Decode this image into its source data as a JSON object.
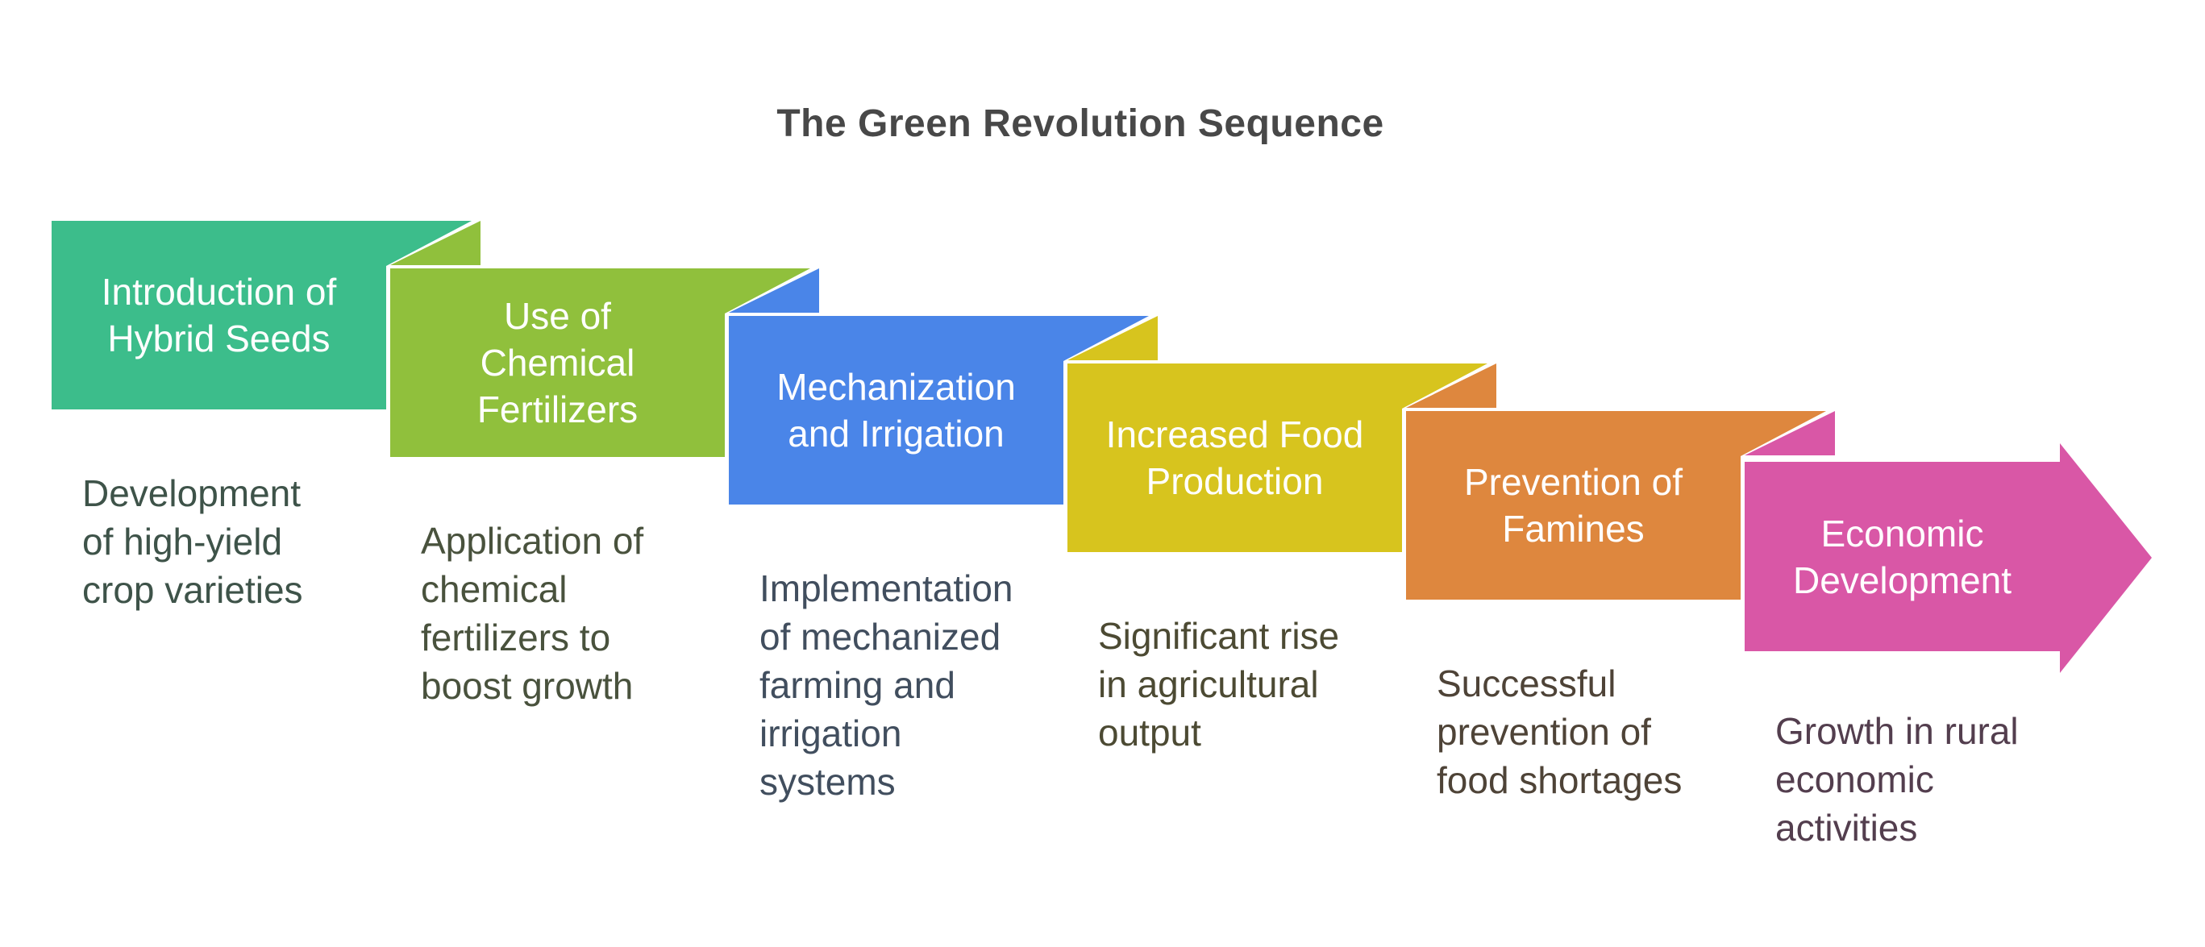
{
  "title": {
    "text": "The Green Revolution Sequence",
    "color": "#484848"
  },
  "steps": [
    {
      "name": "introduction-of-hybrid-seeds",
      "banner_color": "#3CBD8B",
      "heading_text_color": "#ffffff",
      "heading": "Introduction of Hybrid Seeds",
      "heading_lines": [
        "Introduction of",
        "Hybrid Seeds"
      ],
      "description": "Development of high-yield crop varieties",
      "description_lines": [
        "Development",
        "of high-yield",
        "crop varieties"
      ],
      "description_color": "#3E5349"
    },
    {
      "name": "use-of-chemical-fertilizers",
      "banner_color": "#90C03C",
      "heading_text_color": "#ffffff",
      "heading": "Use of Chemical Fertilizers",
      "heading_lines": [
        "Use of",
        "Chemical",
        "Fertilizers"
      ],
      "description": "Application of chemical fertilizers to boost growth",
      "description_lines": [
        "Application of",
        "chemical",
        "fertilizers to",
        "boost growth"
      ],
      "description_color": "#49523D"
    },
    {
      "name": "mechanization-and-irrigation",
      "banner_color": "#4A85E8",
      "heading_text_color": "#ffffff",
      "heading": "Mechanization and Irrigation",
      "heading_lines": [
        "Mechanization",
        "and Irrigation"
      ],
      "description": "Implementation of mechanized farming and irrigation systems",
      "description_lines": [
        "Implementation",
        "of mechanized",
        "farming and",
        "irrigation",
        "systems"
      ],
      "description_color": "#414E5E"
    },
    {
      "name": "increased-food-production",
      "banner_color": "#D7C41E",
      "heading_text_color": "#ffffff",
      "heading": "Increased Food Production",
      "heading_lines": [
        "Increased Food",
        "Production"
      ],
      "description": "Significant rise in agricultural output",
      "description_lines": [
        "Significant rise",
        "in agricultural",
        "output"
      ],
      "description_color": "#4C4A33"
    },
    {
      "name": "prevention-of-famines",
      "banner_color": "#DE873E",
      "heading_text_color": "#ffffff",
      "heading": "Prevention of Famines",
      "heading_lines": [
        "Prevention of",
        "Famines"
      ],
      "description": "Successful prevention of food shortages",
      "description_lines": [
        "Successful",
        "prevention of",
        "food shortages"
      ],
      "description_color": "#4E4337"
    },
    {
      "name": "economic-development",
      "banner_color": "#D957A6",
      "heading_text_color": "#ffffff",
      "heading": "Economic Development",
      "heading_lines": [
        "Economic",
        "Development"
      ],
      "description": "Growth in rural economic activities",
      "description_lines": [
        "Growth in rural",
        "economic",
        "activities"
      ],
      "description_color": "#533E4E"
    }
  ]
}
